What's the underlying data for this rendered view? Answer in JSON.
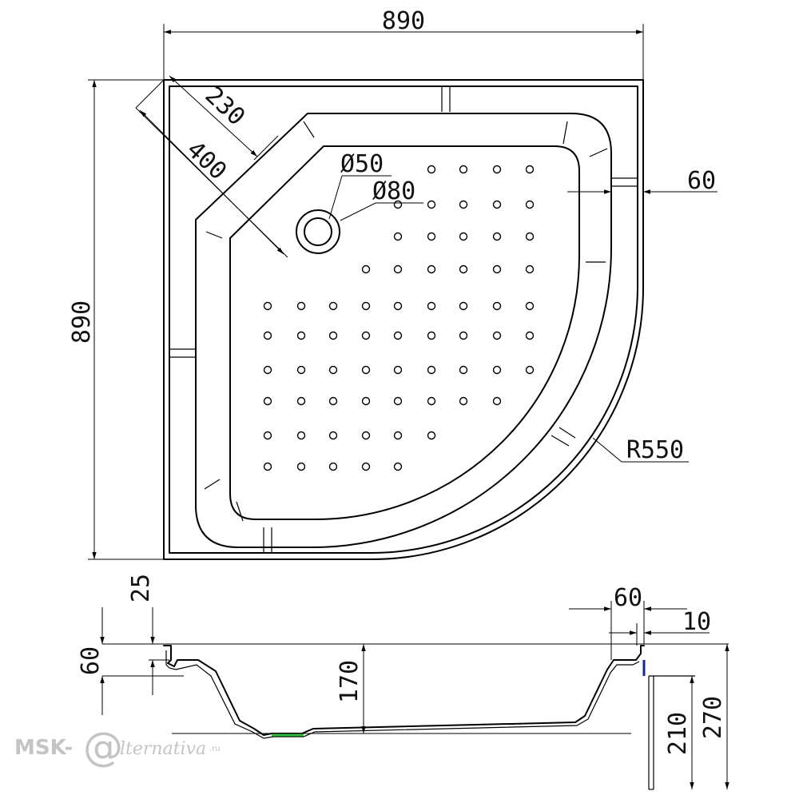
{
  "top_view": {
    "width_label": "890",
    "height_label": "890",
    "corner_offset_label": "230",
    "corner_depth_label": "400",
    "drain_inner_label": "Ø50",
    "drain_outer_label": "Ø80",
    "rim_label": "60",
    "radius_label": "R550"
  },
  "side_view": {
    "lip_height_label": "25",
    "rim_height_label": "60",
    "basin_depth_label": "170",
    "flange_width_label": "60",
    "flange_thickness_label": "10",
    "panel_height_label": "210",
    "total_height_label": "270"
  },
  "watermark": {
    "brand_prefix": "MSK-",
    "brand_mark": "@",
    "brand_suffix": "lternativa",
    "domain": ".ru"
  },
  "colors": {
    "line": "#000000",
    "drain_accent": "#2fbf3f",
    "panel_accent": "#1a2a8a",
    "watermark": "#c4c4c4"
  }
}
